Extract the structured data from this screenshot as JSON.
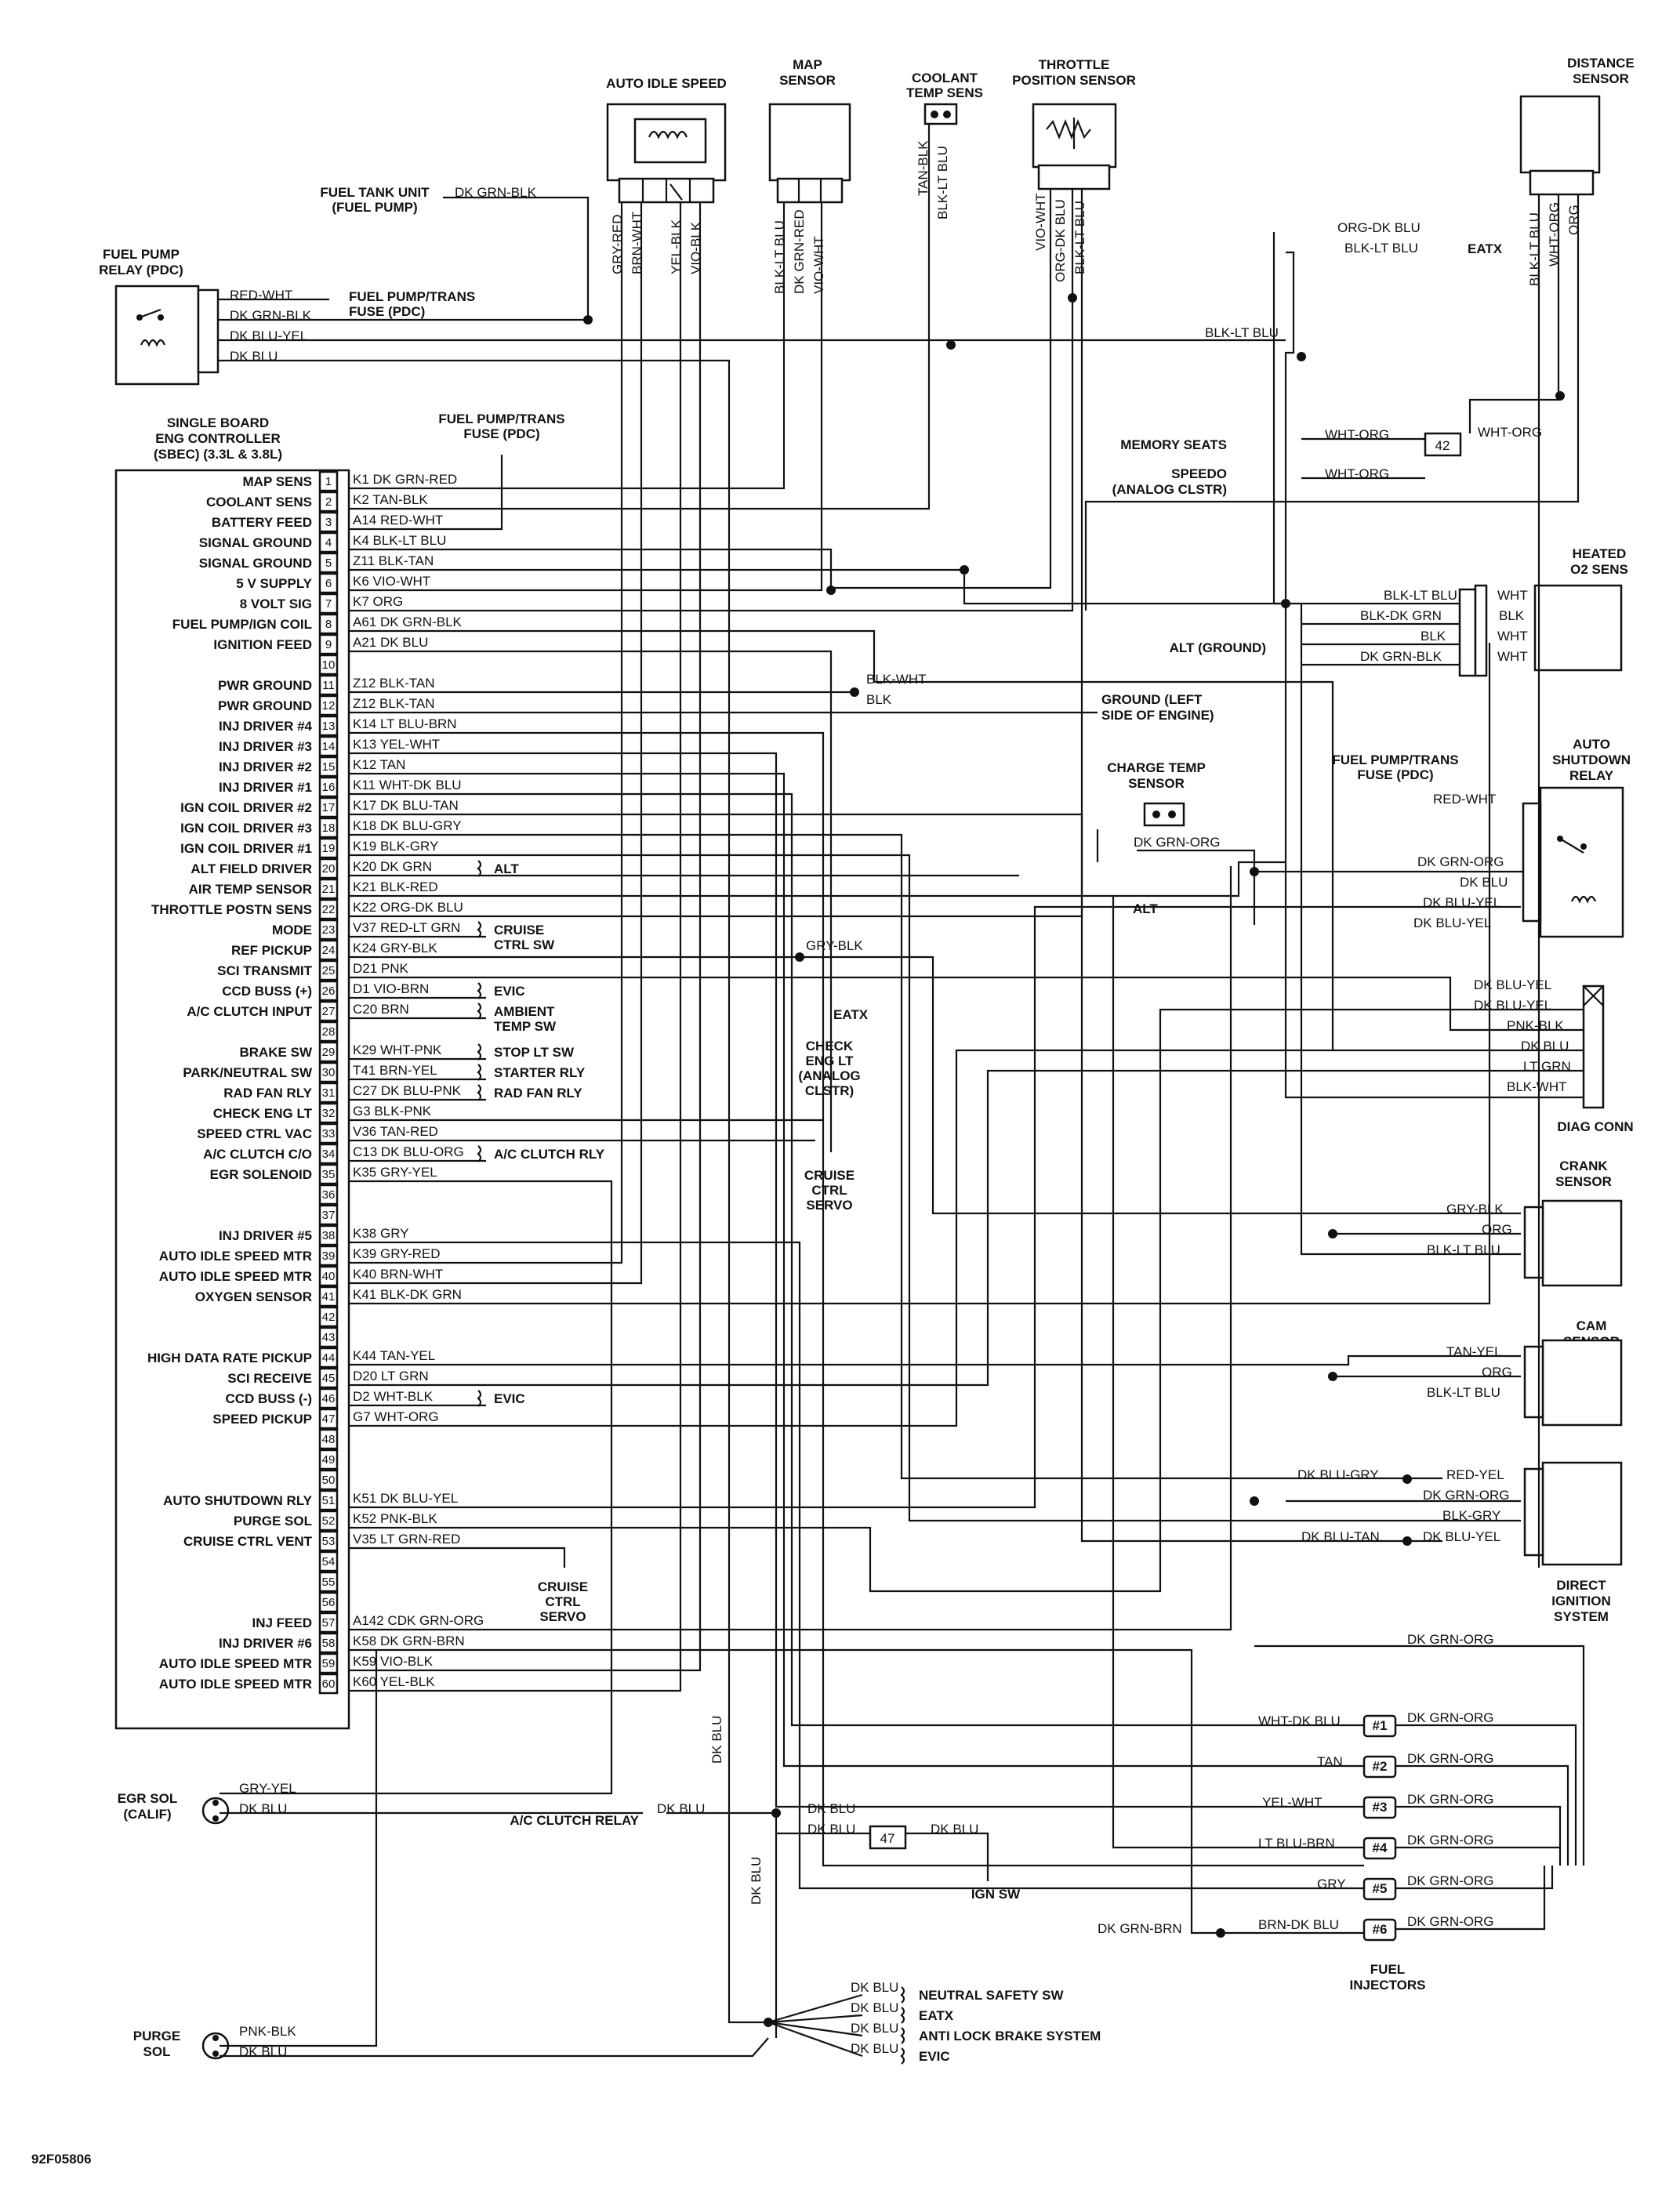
{
  "figure_id": "92F05806",
  "sbec": {
    "title": [
      "SINGLE BOARD",
      "ENG CONTROLLER",
      "(SBEC) (3.3L & 3.8L)"
    ],
    "pins": [
      {
        "n": "1",
        "label": "MAP SENS",
        "wire": "K1 DK GRN-RED"
      },
      {
        "n": "2",
        "label": "COOLANT SENS",
        "wire": "K2 TAN-BLK"
      },
      {
        "n": "3",
        "label": "BATTERY FEED",
        "wire": "A14 RED-WHT"
      },
      {
        "n": "4",
        "label": "SIGNAL GROUND",
        "wire": "K4 BLK-LT BLU"
      },
      {
        "n": "5",
        "label": "SIGNAL GROUND",
        "wire": "Z11 BLK-TAN"
      },
      {
        "n": "6",
        "label": "5 V SUPPLY",
        "wire": "K6 VIO-WHT"
      },
      {
        "n": "7",
        "label": "8 VOLT SIG",
        "wire": "K7 ORG"
      },
      {
        "n": "8",
        "label": "FUEL PUMP/IGN COIL",
        "wire": "A61 DK GRN-BLK"
      },
      {
        "n": "9",
        "label": "IGNITION FEED",
        "wire": "A21 DK BLU"
      },
      {
        "n": "10",
        "label": "",
        "wire": ""
      },
      {
        "n": "11",
        "label": "PWR GROUND",
        "wire": "Z12 BLK-TAN"
      },
      {
        "n": "12",
        "label": "PWR GROUND",
        "wire": "Z12 BLK-TAN"
      },
      {
        "n": "13",
        "label": "INJ DRIVER #4",
        "wire": "K14 LT BLU-BRN"
      },
      {
        "n": "14",
        "label": "INJ DRIVER #3",
        "wire": "K13 YEL-WHT"
      },
      {
        "n": "15",
        "label": "INJ DRIVER #2",
        "wire": "K12 TAN"
      },
      {
        "n": "16",
        "label": "INJ DRIVER #1",
        "wire": "K11 WHT-DK BLU"
      },
      {
        "n": "17",
        "label": "IGN COIL DRIVER #2",
        "wire": "K17 DK BLU-TAN"
      },
      {
        "n": "18",
        "label": "IGN COIL DRIVER #3",
        "wire": "K18 DK BLU-GRY"
      },
      {
        "n": "19",
        "label": "IGN COIL DRIVER #1",
        "wire": "K19 BLK-GRY"
      },
      {
        "n": "20",
        "label": "ALT FIELD DRIVER",
        "wire": "K20 DK GRN"
      },
      {
        "n": "21",
        "label": "AIR TEMP SENSOR",
        "wire": "K21 BLK-RED"
      },
      {
        "n": "22",
        "label": "THROTTLE POSTN SENS",
        "wire": "K22 ORG-DK BLU"
      },
      {
        "n": "23",
        "label": "MODE",
        "wire": "V37 RED-LT GRN"
      },
      {
        "n": "24",
        "label": "REF PICKUP",
        "wire": "K24 GRY-BLK"
      },
      {
        "n": "25",
        "label": "SCI TRANSMIT",
        "wire": "D21 PNK"
      },
      {
        "n": "26",
        "label": "CCD BUSS (+)",
        "wire": "D1 VIO-BRN"
      },
      {
        "n": "27",
        "label": "A/C CLUTCH INPUT",
        "wire": "C20 BRN"
      },
      {
        "n": "28",
        "label": "",
        "wire": ""
      },
      {
        "n": "29",
        "label": "BRAKE SW",
        "wire": "K29 WHT-PNK"
      },
      {
        "n": "30",
        "label": "PARK/NEUTRAL SW",
        "wire": "T41 BRN-YEL"
      },
      {
        "n": "31",
        "label": "RAD FAN RLY",
        "wire": "C27 DK BLU-PNK"
      },
      {
        "n": "32",
        "label": "CHECK ENG LT",
        "wire": "G3 BLK-PNK"
      },
      {
        "n": "33",
        "label": "SPEED CTRL VAC",
        "wire": "V36 TAN-RED"
      },
      {
        "n": "34",
        "label": "A/C CLUTCH C/O",
        "wire": "C13 DK BLU-ORG"
      },
      {
        "n": "35",
        "label": "EGR SOLENOID",
        "wire": "K35 GRY-YEL"
      },
      {
        "n": "36",
        "label": "",
        "wire": ""
      },
      {
        "n": "37",
        "label": "",
        "wire": ""
      },
      {
        "n": "38",
        "label": "INJ DRIVER #5",
        "wire": "K38 GRY"
      },
      {
        "n": "39",
        "label": "AUTO IDLE SPEED MTR",
        "wire": "K39 GRY-RED"
      },
      {
        "n": "40",
        "label": "AUTO IDLE SPEED MTR",
        "wire": "K40 BRN-WHT"
      },
      {
        "n": "41",
        "label": "OXYGEN SENSOR",
        "wire": "K41 BLK-DK GRN"
      },
      {
        "n": "42",
        "label": "",
        "wire": ""
      },
      {
        "n": "43",
        "label": "",
        "wire": ""
      },
      {
        "n": "44",
        "label": "HIGH DATA RATE PICKUP",
        "wire": "K44 TAN-YEL"
      },
      {
        "n": "45",
        "label": "SCI RECEIVE",
        "wire": "D20 LT GRN"
      },
      {
        "n": "46",
        "label": "CCD BUSS (-)",
        "wire": "D2 WHT-BLK"
      },
      {
        "n": "47",
        "label": "SPEED PICKUP",
        "wire": "G7 WHT-ORG"
      },
      {
        "n": "48",
        "label": "",
        "wire": ""
      },
      {
        "n": "49",
        "label": "",
        "wire": ""
      },
      {
        "n": "50",
        "label": "",
        "wire": ""
      },
      {
        "n": "51",
        "label": "AUTO SHUTDOWN RLY",
        "wire": "K51 DK BLU-YEL"
      },
      {
        "n": "52",
        "label": "PURGE SOL",
        "wire": "K52 PNK-BLK"
      },
      {
        "n": "53",
        "label": "CRUISE CTRL VENT",
        "wire": "V35 LT GRN-RED"
      },
      {
        "n": "54",
        "label": "",
        "wire": ""
      },
      {
        "n": "55",
        "label": "",
        "wire": ""
      },
      {
        "n": "56",
        "label": "",
        "wire": ""
      },
      {
        "n": "57",
        "label": "INJ FEED",
        "wire": "A142 CDK GRN-ORG"
      },
      {
        "n": "58",
        "label": "INJ DRIVER #6",
        "wire": "K58 DK GRN-BRN"
      },
      {
        "n": "59",
        "label": "AUTO IDLE SPEED MTR",
        "wire": "K59 VIO-BLK"
      },
      {
        "n": "60",
        "label": "AUTO IDLE SPEED MTR",
        "wire": "K60 YEL-BLK"
      }
    ]
  },
  "components": {
    "auto_idle": "AUTO IDLE SPEED",
    "map": [
      "MAP",
      "SENSOR"
    ],
    "coolant": [
      "COOLANT",
      "TEMP SENS"
    ],
    "throttle": [
      "THROTTLE",
      "POSITION SENSOR"
    ],
    "distance": [
      "DISTANCE",
      "SENSOR"
    ],
    "fuel_pump_relay": [
      "FUEL PUMP",
      "RELAY (PDC)"
    ],
    "fuel_tank": [
      "FUEL TANK UNIT",
      "(FUEL PUMP)"
    ],
    "fpt_fuse": [
      "FUEL PUMP/TRANS",
      "FUSE (PDC)"
    ],
    "heated_o2": [
      "HEATED",
      "O2 SENS"
    ],
    "asd": [
      "AUTO",
      "SHUTDOWN",
      "RELAY"
    ],
    "charge_temp": [
      "CHARGE TEMP",
      "SENSOR"
    ],
    "diag": "DIAG CONN",
    "crank": [
      "CRANK",
      "SENSOR"
    ],
    "cam": [
      "CAM",
      "SENSOR"
    ],
    "dis": [
      "DIRECT",
      "IGNITION",
      "SYSTEM"
    ],
    "injectors": [
      "FUEL",
      "INJECTORS"
    ],
    "egr_sol": [
      "EGR SOL",
      "(CALIF)"
    ],
    "purge_sol": [
      "PURGE",
      "SOL"
    ],
    "eatx": "EATX",
    "memory_seats": "MEMORY SEATS",
    "speedo": [
      "SPEEDO",
      "(ANALOG CLSTR)"
    ],
    "alt_ground": "ALT (GROUND)",
    "ground_left": [
      "GROUND (LEFT",
      "SIDE OF ENGINE)"
    ],
    "alt": "ALT",
    "check_eng": [
      "CHECK",
      "ENG LT",
      "(ANALOG",
      "CLSTR)"
    ],
    "cruise_servo": [
      "CRUISE",
      "CTRL",
      "SERVO"
    ],
    "ac_clutch_relay": "A/C CLUTCH RELAY",
    "ign_sw": "IGN SW",
    "splice_42": "42",
    "splice_47": "47",
    "pin_dests": {
      "20": "ALT",
      "23": [
        "CRUISE",
        "CTRL SW"
      ],
      "26": "EVIC",
      "27": [
        "AMBIENT",
        "TEMP SW"
      ],
      "29": "STOP LT SW",
      "30": "STARTER RLY",
      "31": "RAD FAN RLY",
      "34": "A/C CLUTCH RLY",
      "46": "EVIC"
    },
    "bottom_dests": [
      "NEUTRAL SAFETY SW",
      "EATX",
      "ANTI LOCK BRAKE SYSTEM",
      "EVIC"
    ]
  },
  "wire_labels": {
    "dk_grn_blk": "DK GRN-BLK",
    "red_wht": "RED-WHT",
    "dk_blu_yel": "DK BLU-YEL",
    "dk_blu": "DK BLU",
    "gry_red": "GRY-RED",
    "brn_wht": "BRN-WHT",
    "yel_blk": "YEL-BLK",
    "vio_blk": "VIO-BLK",
    "blk_lt_blu": "BLK-LT BLU",
    "dk_grn_red": "DK GRN-RED",
    "vio_wht": "VIO-WHT",
    "tan_blk": "TAN-BLK",
    "org_dk_blu": "ORG-DK BLU",
    "wht_org": "WHT-ORG",
    "org": "ORG",
    "blk_dk_grn": "BLK-DK GRN",
    "blk": "BLK",
    "wht": "WHT",
    "blk_wht": "BLK-WHT",
    "dk_grn_org": "DK GRN-ORG",
    "dk_blu_yel2": "DK BLU-YEL",
    "pnk_blk": "PNK-BLK",
    "lt_grn": "LT GRN",
    "gry_blk": "GRY-BLK",
    "tan_yel": "TAN-YEL",
    "red_yel": "RED-YEL",
    "blk_gry": "BLK-GRY",
    "dk_blu_gry": "DK BLU-GRY",
    "dk_blu_tan": "DK BLU-TAN",
    "wht_dk_blu": "WHT-DK BLU",
    "tan": "TAN",
    "yel_wht": "YEL-WHT",
    "lt_blu_brn": "LT BLU-BRN",
    "gry": "GRY",
    "brn_dk_blu": "BRN-DK BLU",
    "dk_grn_brn": "DK GRN-BRN",
    "gry_yel": "GRY-YEL"
  },
  "injector_tags": [
    "#1",
    "#2",
    "#3",
    "#4",
    "#5",
    "#6"
  ]
}
